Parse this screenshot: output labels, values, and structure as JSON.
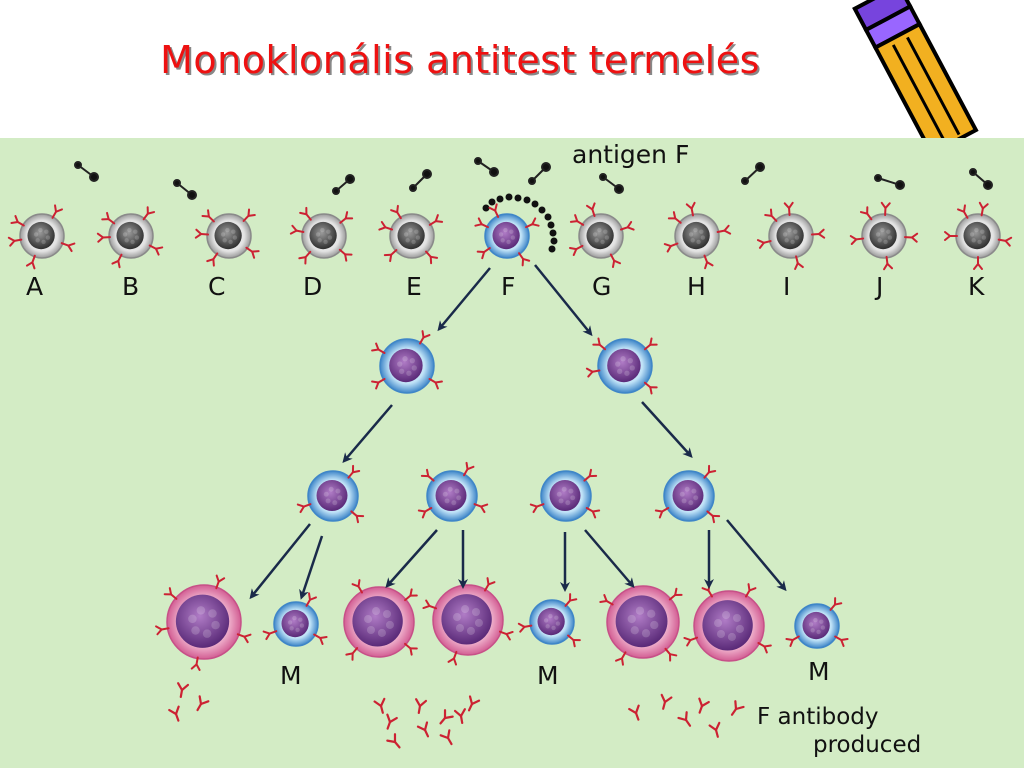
{
  "title": "Monoklonális antitest termelés",
  "diagram": {
    "antigen_label": "antigen F",
    "cell_labels": [
      "A",
      "B",
      "C",
      "D",
      "E",
      "F",
      "G",
      "H",
      "I",
      "J",
      "K"
    ],
    "memory_label": "M",
    "antibody_label_line1": "F antibody",
    "antibody_label_line2": "produced"
  },
  "colors": {
    "background": "#d3ecc5",
    "title": "#ee1111",
    "receptor": "#cc2233",
    "arrow": "#1a2a4a"
  }
}
